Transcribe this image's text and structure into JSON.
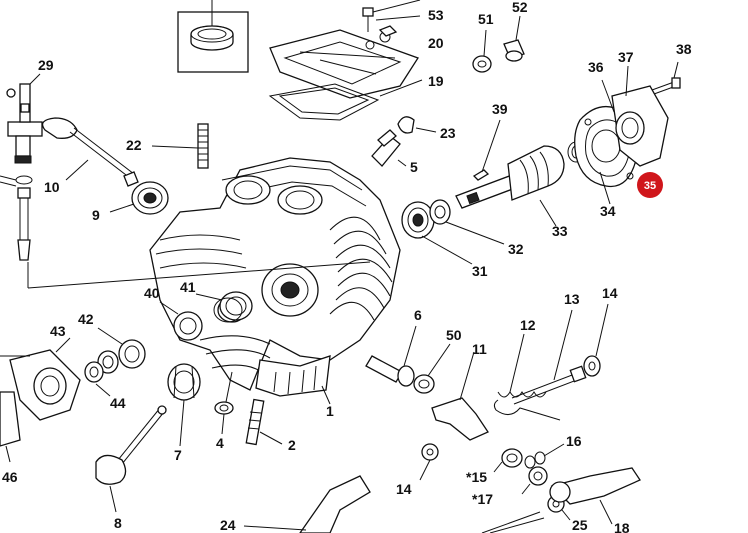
{
  "diagram": {
    "part_numbers": {
      "p1": "1",
      "p2": "2",
      "p4": "4",
      "p5": "5",
      "p6": "6",
      "p7": "7",
      "p8": "8",
      "p9": "9",
      "p10": "10",
      "p11": "11",
      "p12": "12",
      "p13": "13",
      "p14a": "14",
      "p14b": "14",
      "p15": "*15",
      "p16": "16",
      "p17": "*17",
      "p18": "18",
      "p19": "19",
      "p20": "20",
      "p22": "22",
      "p23": "23",
      "p24": "24",
      "p25": "25",
      "p29": "29",
      "p31": "31",
      "p32": "32",
      "p33": "33",
      "p34": "34",
      "p36": "36",
      "p37": "37",
      "p38": "38",
      "p39": "39",
      "p40": "40",
      "p41": "41",
      "p42": "42",
      "p43": "43",
      "p44": "44",
      "p46": "46",
      "p50": "50",
      "p51": "51",
      "p52": "52",
      "p53": "53"
    },
    "highlight": {
      "label": "35",
      "color": "#d0161b"
    }
  }
}
